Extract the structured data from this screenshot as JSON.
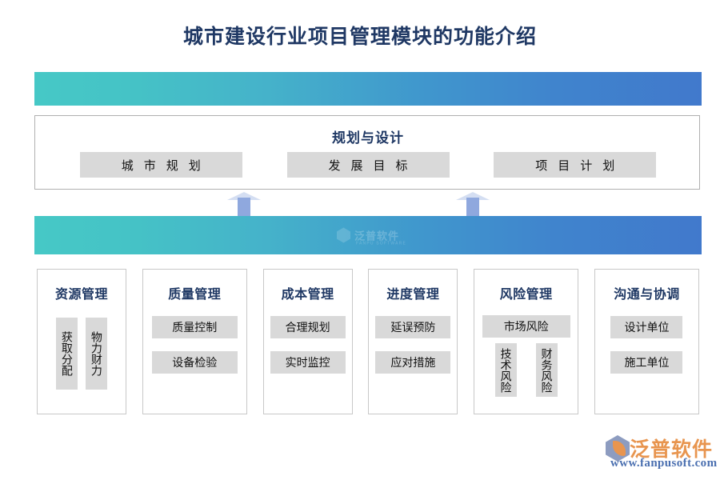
{
  "page": {
    "title": "城市建设行业项目管理模块的功能介绍",
    "title_color": "#1f3864",
    "background": "#ffffff"
  },
  "bars": {
    "gradient_start": "#46c8c6",
    "gradient_end": "#4179cc",
    "top_bar_label": "",
    "bottom_bar_label": "",
    "watermark": {
      "name": "泛普软件",
      "sub": "FANPU SOFTWARE"
    }
  },
  "arrows": {
    "count": 2,
    "color": "#8fa8de"
  },
  "planning": {
    "title": "规划与设计",
    "chips": [
      {
        "label": "城市规划"
      },
      {
        "label": "发展目标"
      },
      {
        "label": "项目计划"
      }
    ]
  },
  "cards": [
    {
      "title": "资源管理",
      "layout": "vertical-pair",
      "items": [
        {
          "label": "获取分配",
          "orientation": "vertical"
        },
        {
          "label": "物力财力",
          "orientation": "vertical"
        }
      ]
    },
    {
      "title": "质量管理",
      "layout": "stack",
      "items": [
        {
          "label": "质量控制",
          "orientation": "horizontal"
        },
        {
          "label": "设备检验",
          "orientation": "horizontal"
        }
      ]
    },
    {
      "title": "成本管理",
      "layout": "stack",
      "items": [
        {
          "label": "合理规划",
          "orientation": "horizontal"
        },
        {
          "label": "实时监控",
          "orientation": "horizontal"
        }
      ]
    },
    {
      "title": "进度管理",
      "layout": "stack",
      "items": [
        {
          "label": "延误预防",
          "orientation": "horizontal"
        },
        {
          "label": "应对措施",
          "orientation": "horizontal"
        }
      ]
    },
    {
      "title": "风险管理",
      "layout": "mixed",
      "items": [
        {
          "label": "市场风险",
          "orientation": "horizontal"
        },
        {
          "label": "技术风险",
          "orientation": "vertical"
        },
        {
          "label": "财务风险",
          "orientation": "vertical"
        }
      ]
    },
    {
      "title": "沟通与协调",
      "layout": "stack",
      "items": [
        {
          "label": "设计单位",
          "orientation": "horizontal"
        },
        {
          "label": "施工单位",
          "orientation": "horizontal"
        }
      ]
    }
  ],
  "brand": {
    "name": "泛普软件",
    "url": "www.fanpusoft.com",
    "name_color": "#e8954f",
    "url_color": "#4a6fb0"
  }
}
